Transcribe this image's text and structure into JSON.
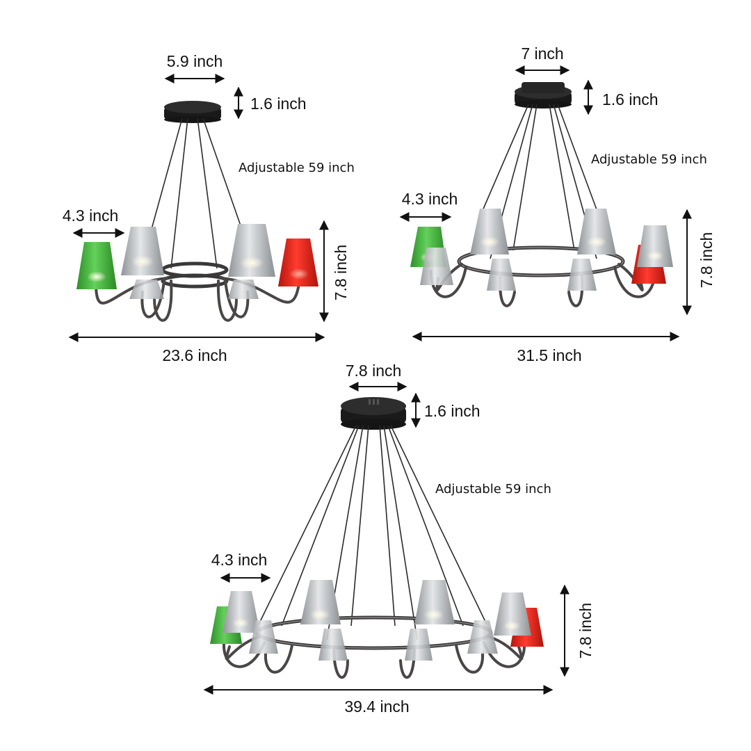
{
  "colors": {
    "green_shade": "#3aa832",
    "red_shade": "#e0241a",
    "clear_shade": "#b9bcbf",
    "canopy": "#222222",
    "ring": "#3a3838"
  },
  "chandeliers": [
    {
      "canopy_width": "5.9 inch",
      "canopy_height": "1.6 inch",
      "chain_length": "Adjustable 59 inch",
      "shade_width": "4.3 inch",
      "fixture_height": "7.8 inch",
      "overall_width": "23.6 inch"
    },
    {
      "canopy_width": "7 inch",
      "canopy_height": "1.6 inch",
      "chain_length": "Adjustable 59 inch",
      "shade_width": "4.3 inch",
      "fixture_height": "7.8 inch",
      "overall_width": "31.5 inch"
    },
    {
      "canopy_width": "7.8 inch",
      "canopy_height": "1.6 inch",
      "chain_length": "Adjustable 59 inch",
      "shade_width": "4.3 inch",
      "fixture_height": "7.8 inch",
      "overall_width": "39.4 inch"
    }
  ]
}
